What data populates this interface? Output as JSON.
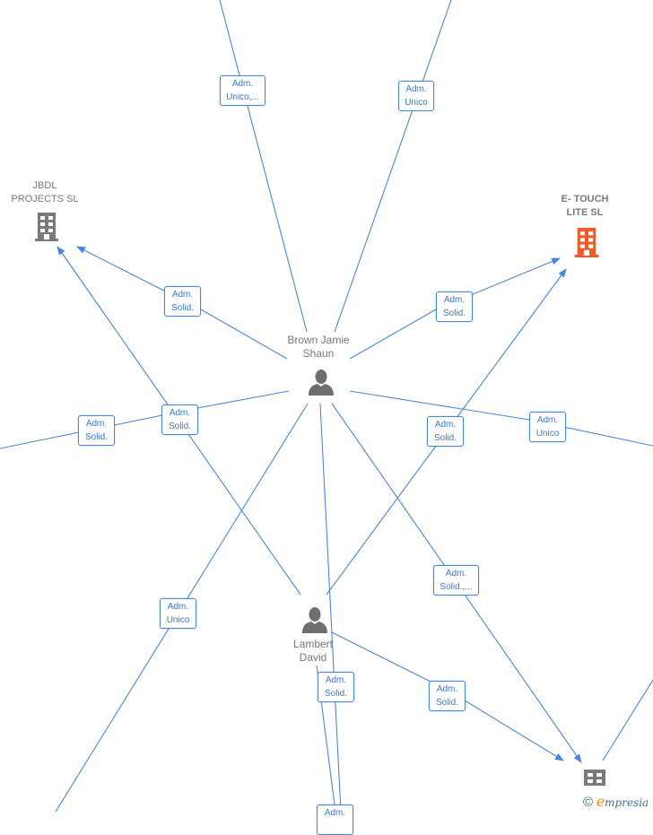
{
  "colors": {
    "edge": "#4a86d8",
    "label_text": "#3a78d0",
    "node_text": "#777777",
    "person_icon": "#6e6e6e",
    "company_icon_default": "#7a7a7a",
    "company_icon_highlight": "#f05a28"
  },
  "nodes": {
    "jbdl": {
      "name": "JBDL\nPROJECTS  SL",
      "type": "company"
    },
    "etouch": {
      "name": "E- TOUCH\nLITE  SL",
      "type": "company",
      "highlighted": true
    },
    "brown": {
      "name": "Brown Jamie\nShaun",
      "type": "person"
    },
    "lambert": {
      "name": "Lambert\nDavid",
      "type": "person"
    },
    "bottom_right": {
      "name": "",
      "type": "company"
    }
  },
  "edge_labels": [
    {
      "id": "l1",
      "line1": "Adm.",
      "line2": "Unico,..."
    },
    {
      "id": "l2",
      "line1": "Adm.",
      "line2": "Unico"
    },
    {
      "id": "l3",
      "line1": "Adm.",
      "line2": "Solid."
    },
    {
      "id": "l4",
      "line1": "Adm.",
      "line2": "Solid."
    },
    {
      "id": "l5",
      "line1": "Adm.",
      "line2": "Solid."
    },
    {
      "id": "l6",
      "line1": "Adm.",
      "line2": "Solid."
    },
    {
      "id": "l7",
      "line1": "Adm.",
      "line2": "Solid."
    },
    {
      "id": "l8",
      "line1": "Adm.",
      "line2": "Unico"
    },
    {
      "id": "l9",
      "line1": "Adm.",
      "line2": "Unico"
    },
    {
      "id": "l10",
      "line1": "Adm.",
      "line2": "Solid.,..."
    },
    {
      "id": "l11",
      "line1": "Adm.",
      "line2": "Solid."
    },
    {
      "id": "l12",
      "line1": "Adm.",
      "line2": "Solid."
    },
    {
      "id": "l13",
      "line1": "Adm.",
      "line2": ""
    }
  ],
  "watermark": {
    "copyright": "©",
    "brand_initial": "e",
    "brand_rest": "mpresia"
  }
}
